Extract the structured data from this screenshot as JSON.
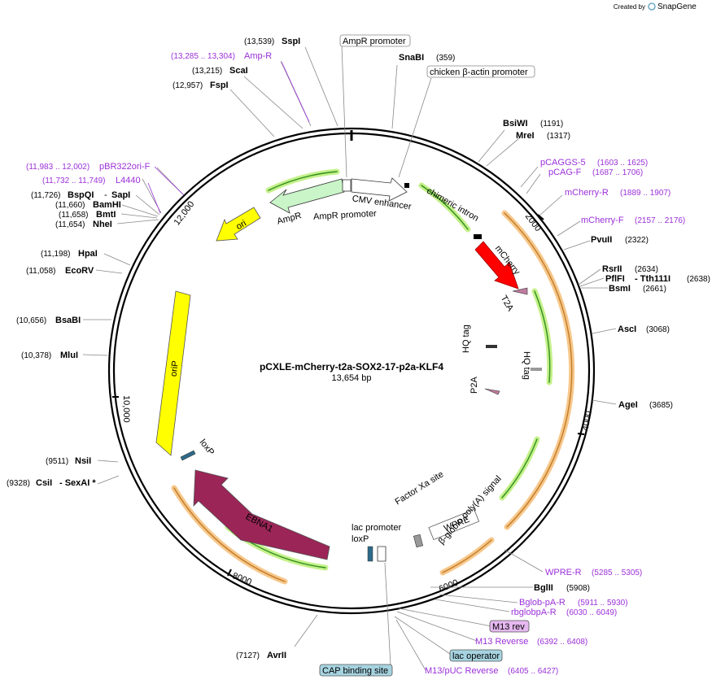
{
  "watermark": {
    "prefix": "Created by",
    "brand": "SnapGene"
  },
  "plasmid": {
    "name": "pCXLE-mCherry-t2a-SOX2-17-p2a-KLF4",
    "length": "13,654 bp"
  },
  "colors": {
    "primer": "#9b30d9",
    "feature_green": "#c9f5c9",
    "ori": "#ffff00",
    "mcherry": "#ff0000",
    "ebna1": "#9a2556",
    "orange_halo": "#f7c78a",
    "green_halo": "#c5f08a",
    "box_blue": "#a6d3e0",
    "box_pink": "#e6b8f0"
  },
  "ticks": [
    "2000",
    "4000",
    "6000",
    "8000",
    "10,000",
    "12,000"
  ],
  "sites": [
    {
      "pos": "(13,539)",
      "name": "SspI"
    },
    {
      "pos": "(13,215)",
      "name": "ScaI"
    },
    {
      "pos": "(12,957)",
      "name": "FspI"
    },
    {
      "pos": "(11,726)",
      "name": "BspQI"
    },
    {
      "sep": "-",
      "name": "SapI"
    },
    {
      "pos": "(11,660)",
      "name": "BamHI"
    },
    {
      "pos": "(11,658)",
      "name": "BmtI"
    },
    {
      "pos": "(11,654)",
      "name": "NheI"
    },
    {
      "pos": "(11,198)",
      "name": "HpaI"
    },
    {
      "pos": "(11,058)",
      "name": "EcoRV"
    },
    {
      "pos": "(10,656)",
      "name": "BsaBI"
    },
    {
      "pos": "(10,378)",
      "name": "MluI"
    },
    {
      "pos": "(9511)",
      "name": "NsiI"
    },
    {
      "pos": "(9328)",
      "name": "CsiI"
    },
    {
      "sep": "- SexAI *",
      "name": ""
    },
    {
      "pos": "(7127)",
      "name": "AvrII"
    },
    {
      "name": "SnaBI",
      "pos": "(359)"
    },
    {
      "name": "BsiWI",
      "pos": "(1191)"
    },
    {
      "name": "MreI",
      "pos": "(1317)"
    },
    {
      "name": "PvuII",
      "pos": "(2322)"
    },
    {
      "name": "RsrII",
      "pos": "(2634)"
    },
    {
      "name": "PflFI",
      "pos": ""
    },
    {
      "name": "- Tth111I",
      "pos": "(2638)"
    },
    {
      "name": "BsmI",
      "pos": "(2661)"
    },
    {
      "name": "AscI",
      "pos": "(3068)"
    },
    {
      "name": "AgeI",
      "pos": "(3685)"
    },
    {
      "name": "BglII",
      "pos": "(5908)"
    }
  ],
  "primers": [
    {
      "pos": "(13,285 .. 13,304)",
      "name": "Amp-R"
    },
    {
      "pos": "(11,983 .. 12,002)",
      "name": "pBR322ori-F"
    },
    {
      "pos": "(11,732 .. 11,749)",
      "name": "L4440"
    },
    {
      "name": "pCAGGS-5",
      "pos": "(1603 .. 1625)"
    },
    {
      "name": "pCAG-F",
      "pos": "(1687 .. 1706)"
    },
    {
      "name": "mCherry-R",
      "pos": "(1889 .. 1907)"
    },
    {
      "name": "mCherry-F",
      "pos": "(2157 .. 2176)"
    },
    {
      "name": "WPRE-R",
      "pos": "(5285 .. 5305)"
    },
    {
      "name": "Bglob-pA-R",
      "pos": "(5911 .. 5930)"
    },
    {
      "name": "rbglobpA-R",
      "pos": "(6030 .. 6049)"
    },
    {
      "name": "M13 Reverse",
      "pos": "(6392 .. 6408)"
    },
    {
      "name": "M13/pUC Reverse",
      "pos": "(6405 .. 6427)"
    }
  ],
  "boxed": [
    "AmpR promoter",
    "chicken β-actin promoter",
    "CAP binding site",
    "M13 rev",
    "lac operator",
    "WPRE"
  ],
  "features": [
    "AmpR",
    "AmpR promoter",
    "CMV enhancer",
    "chimeric intron",
    "ori",
    "mCherry",
    "T2A",
    "HQ tag",
    "HQ tag",
    "P2A",
    "oriP",
    "loxP",
    "EBNA1",
    "Factor Xa site",
    "β-globin poly(A) signal",
    "lac promoter",
    "loxP"
  ]
}
